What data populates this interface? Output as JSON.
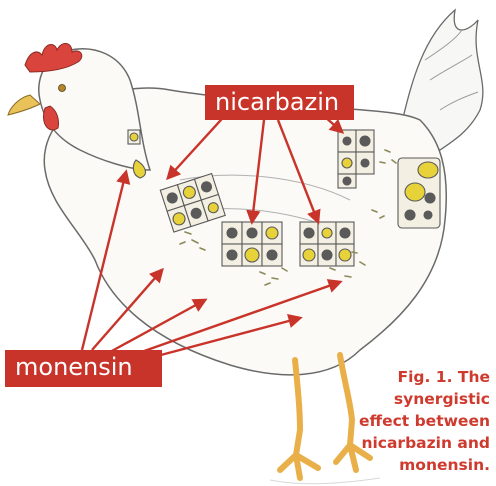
{
  "labels": {
    "nicarbazin": "nicarbazin",
    "monensin": "monensin"
  },
  "caption": {
    "lines": [
      "Fig. 1. The",
      "synergistic",
      "effect between",
      "nicarbazin and",
      "monensin."
    ]
  },
  "colors": {
    "accent": "#c9342a",
    "caption_text": "#cf3a2e",
    "arrow": "#c9342a",
    "outline": "#5a5a5a",
    "parasite_yellow": "#e8d23a"
  }
}
